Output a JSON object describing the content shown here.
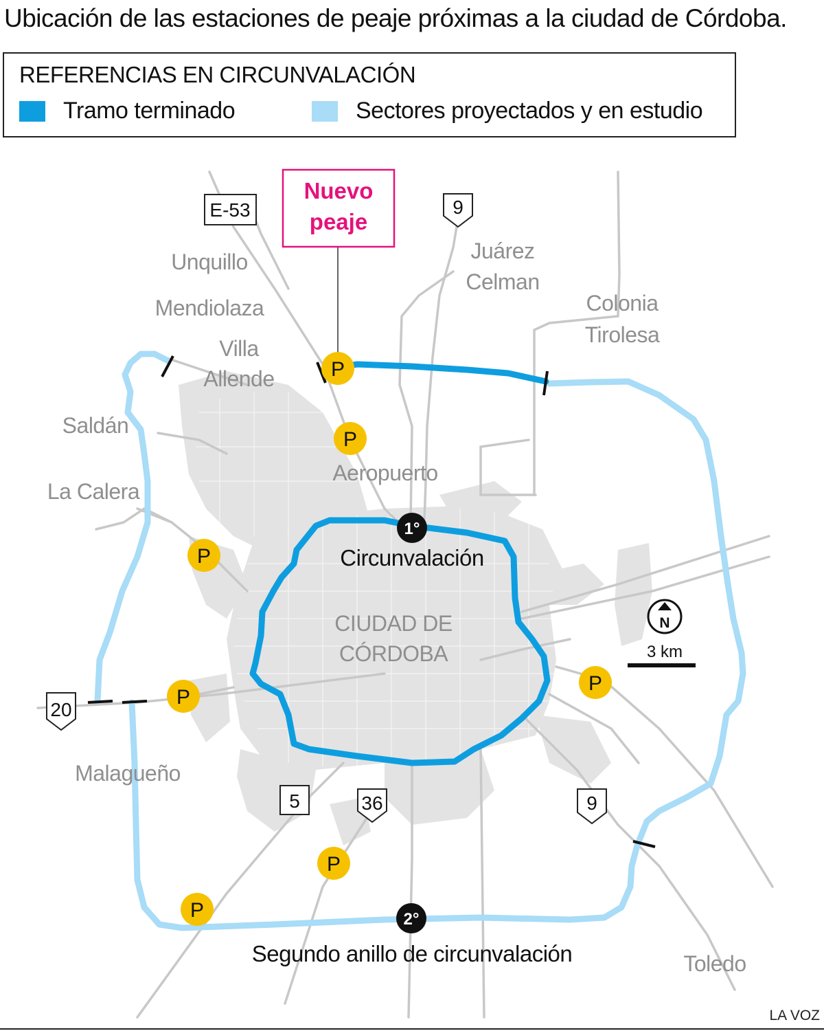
{
  "title": "Ubicación de las estaciones de peaje próximas a la ciudad de Córdoba.",
  "legend": {
    "heading": "REFERENCIAS EN CIRCUNVALACIÓN",
    "items": [
      {
        "label": "Tramo terminado",
        "color": "#0e9ee0"
      },
      {
        "label": "Sectores proyectados y en estudio",
        "color": "#a8dcf7"
      }
    ]
  },
  "colors": {
    "finished": "#0e9ee0",
    "projected": "#a8dcf7",
    "urban": "#e3e3e3",
    "road": "#c8c8c8",
    "toll": "#f6c200",
    "callout": "#e5127d"
  },
  "callout": {
    "line1": "Nuevo",
    "line2": "peaje"
  },
  "places": {
    "unquillo": "Unquillo",
    "mendiolaza": "Mendiolaza",
    "villa_allende_1": "Villa",
    "villa_allende_2": "Allende",
    "saldan": "Saldán",
    "la_calera": "La Calera",
    "juarez_1": "Juárez",
    "juarez_2": "Celman",
    "colonia_1": "Colonia",
    "colonia_2": "Tirolesa",
    "aeropuerto": "Aeropuerto",
    "malagueno": "Malagueño",
    "toledo": "Toledo",
    "city_1": "CIUDAD DE",
    "city_2": "CÓRDOBA"
  },
  "routes": {
    "e53": "E-53",
    "r9_north": "9",
    "r9_south": "9",
    "r20": "20",
    "r5": "5",
    "r36": "36"
  },
  "rings": {
    "first_badge": "1°",
    "first_label": "Circunvalación",
    "second_badge": "2°",
    "second_label": "Segundo anillo de circunvalación"
  },
  "toll_letter": "P",
  "north_letter": "N",
  "scale": "3 km",
  "credit": "LA VOZ"
}
